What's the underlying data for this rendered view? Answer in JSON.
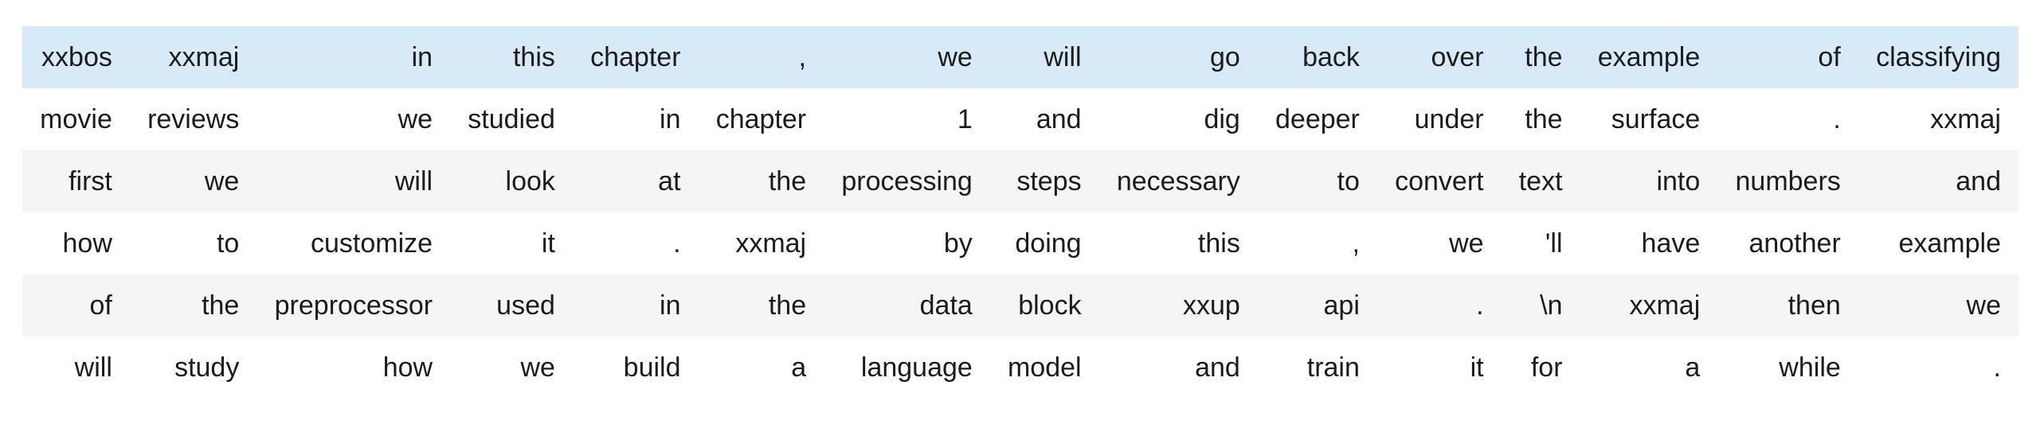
{
  "page": {
    "background": "#ffffff",
    "description": "Notebook output showing a tokenized text table (fastai-style tokens)"
  },
  "table": {
    "name": "tokenized-text-table",
    "column_count": 15,
    "row_count": 6,
    "cell_alignment": "right",
    "row_styles": [
      "highlight",
      "plain",
      "stripe",
      "plain",
      "stripe",
      "plain"
    ],
    "colors": {
      "highlight_row": "#d8e9f8",
      "stripe_row": "#f5f5f5",
      "plain_row": "#ffffff",
      "text": "#1b1b1b"
    },
    "rows": [
      [
        "xxbos",
        "xxmaj",
        "in",
        "this",
        "chapter",
        ",",
        "we",
        "will",
        "go",
        "back",
        "over",
        "the",
        "example",
        "of",
        "classifying"
      ],
      [
        "movie",
        "reviews",
        "we",
        "studied",
        "in",
        "chapter",
        "1",
        "and",
        "dig",
        "deeper",
        "under",
        "the",
        "surface",
        ".",
        "xxmaj"
      ],
      [
        "first",
        "we",
        "will",
        "look",
        "at",
        "the",
        "processing",
        "steps",
        "necessary",
        "to",
        "convert",
        "text",
        "into",
        "numbers",
        "and"
      ],
      [
        "how",
        "to",
        "customize",
        "it",
        ".",
        "xxmaj",
        "by",
        "doing",
        "this",
        ",",
        "we",
        "'ll",
        "have",
        "another",
        "example"
      ],
      [
        "of",
        "the",
        "preprocessor",
        "used",
        "in",
        "the",
        "data",
        "block",
        "xxup",
        "api",
        ".",
        "\\n",
        "xxmaj",
        "then",
        "we"
      ],
      [
        "will",
        "study",
        "how",
        "we",
        "build",
        "a",
        "language",
        "model",
        "and",
        "train",
        "it",
        "for",
        "a",
        "while",
        "."
      ]
    ]
  }
}
